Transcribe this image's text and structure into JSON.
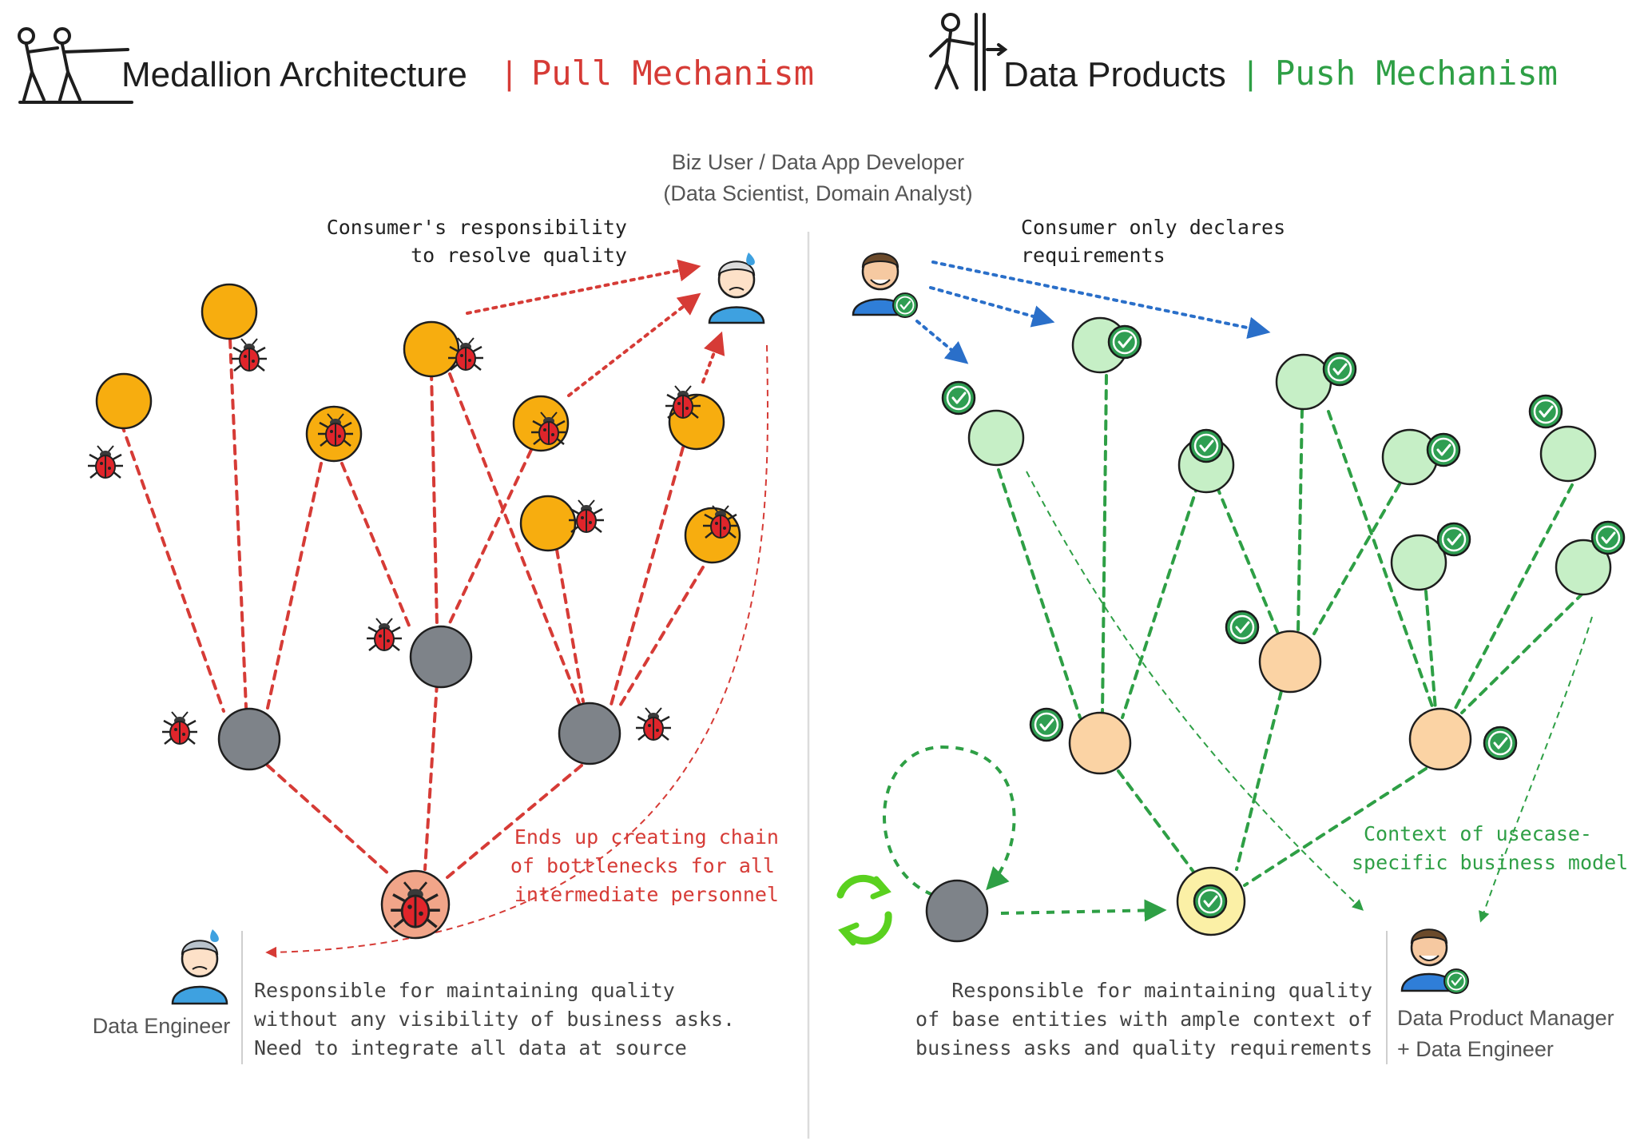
{
  "left": {
    "title": "Medallion Architecture",
    "separator": "|",
    "subtitle": "Pull Mechanism",
    "consumer_note": [
      "Consumer's responsibility",
      "to resolve quality"
    ],
    "bottleneck_note": [
      "Ends up creating chain",
      "of bottlenecks for all",
      "intermediate personnel"
    ],
    "engineer_label": "Data Engineer",
    "engineer_note": [
      "Responsible for maintaining quality",
      "without any visibility of business asks.",
      "Need to integrate all data at source"
    ]
  },
  "center": {
    "consumer_label": [
      "Biz User / Data App Developer",
      "(Data Scientist, Domain Analyst)"
    ]
  },
  "right": {
    "title": "Data Products",
    "separator": "|",
    "subtitle": "Push Mechanism",
    "consumer_note": [
      "Consumer only declares",
      "requirements"
    ],
    "context_note": [
      "Context of usecase-",
      "specific business model"
    ],
    "engineer_note": [
      "Responsible for maintaining quality",
      "of base entities with ample context of",
      "business asks and quality requirements"
    ],
    "manager_label": [
      "Data Product Manager",
      "+ Data Engineer"
    ]
  },
  "colors": {
    "red": "#d63b36",
    "green": "#2e9f45",
    "blue": "#2a6fc9",
    "orange_node": "#f7ad0f",
    "gray_node": "#7e8389",
    "light_green_node": "#c6efc6",
    "peach_node": "#fbd3a4",
    "yellow_node": "#fbf0a6"
  }
}
